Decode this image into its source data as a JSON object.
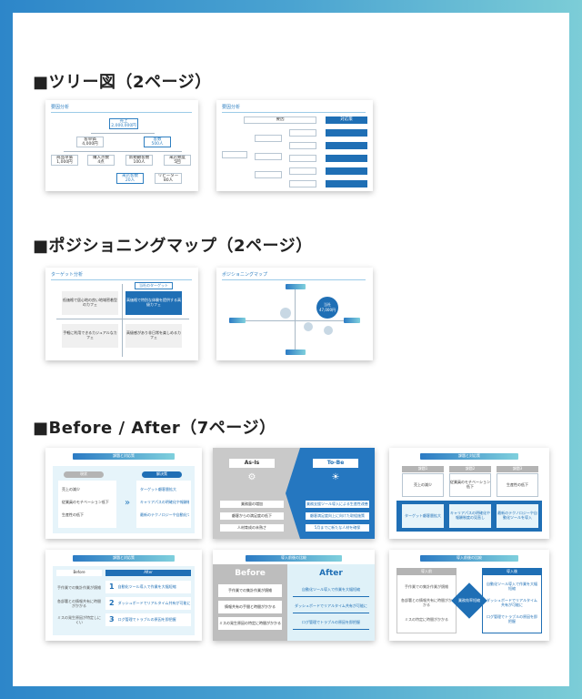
{
  "sections": [
    {
      "title": "■ツリー図（2ページ）"
    },
    {
      "title": "■ポジショニングマップ（2ページ）"
    },
    {
      "title": "■Before / After（7ページ）"
    }
  ],
  "tree": {
    "thumb1": {
      "header": "要因分析",
      "root": {
        "label": "売上",
        "value": "2,000,000円"
      },
      "l2": [
        {
          "label": "客単価",
          "value": "4,000円"
        },
        {
          "label": "客数",
          "value": "500人"
        }
      ],
      "l3": [
        {
          "label": "商品単価",
          "value": "1,000円"
        },
        {
          "label": "購入点数",
          "value": "4点"
        },
        {
          "label": "新規顧客数",
          "value": "100人"
        },
        {
          "label": "来店頻度",
          "value": "5回"
        }
      ],
      "l4": [
        {
          "label": "来店客数",
          "value": "20人"
        },
        {
          "label": "リピーター",
          "value": "80人"
        }
      ]
    },
    "thumb2": {
      "header": "要因分析",
      "col1": "要因",
      "col2": "対応策"
    }
  },
  "positioning": {
    "thumb1": {
      "header": "ターゲット分析",
      "target_label": "当社のターゲット",
      "cells": [
        "低価格で居心地の良い地域密着型のカフェ",
        "高価格で特別な体験を提供する高級カフェ",
        "手軽に利用できるカジュアルなカフェ",
        "高級感があり非日常を楽しめるカフェ"
      ]
    },
    "thumb2": {
      "header": "ポジショニングマップ",
      "bubble": {
        "label": "当社",
        "value": "47,000円"
      }
    }
  },
  "before_after": {
    "thumb1": {
      "header": "課題と対応策",
      "left_label": "現状",
      "right_label": "解決策",
      "left_items": [
        "売上の減少",
        "従業員のモチベーション低下",
        "生産性の低下"
      ],
      "right_items": [
        "ターゲット顧客層拡大",
        "キャリアパスの明確化や報酬制度の見直し",
        "最新のテクノロジーや自動化ツールを導入"
      ]
    },
    "thumb2": {
      "as_is": "As-Is",
      "to_be": "To-Be",
      "left_items": [
        "業務量の増加",
        "顧客からの満足度の低下",
        "人材育成の未熟さ"
      ],
      "right_items": [
        "業務支援ツール導入による生産性改善",
        "顧客満足度向上に向けた取組施策",
        "5月までに新たな人材を確保"
      ]
    },
    "thumb3": {
      "header": "課題と対応策",
      "tabs": [
        "課題1",
        "課題2",
        "課題3"
      ],
      "problems": [
        "売上の減少",
        "従業員のモチベーション低下",
        "生産性の低下"
      ],
      "solutions": [
        "ターゲット顧客層拡大",
        "キャリアパスの明確化や報酬制度の見直し",
        "最新のテクノロジーや自動化ツールを導入"
      ]
    },
    "thumb4": {
      "header": "課題と対応策",
      "before": "Before",
      "after": "After",
      "left_items": [
        "手作業での集計作業が煩雑",
        "各部署との情報共有に時間がかかる",
        "ミスの発生原因が特定しにくい"
      ],
      "right_items": [
        {
          "num": "1",
          "text": "自動化ツール導入で作業を大幅短縮"
        },
        {
          "num": "2",
          "text": "ダッシュボードでリアルタイム共有が可能に"
        },
        {
          "num": "3",
          "text": "ログ管理でトラブルの原因を即把握"
        }
      ]
    },
    "thumb5": {
      "header": "導入前後の比較",
      "before": "Before",
      "after": "After",
      "left_items": [
        "手作業での集計作業が煩雑",
        "情報共有の手間と時間がかかる",
        "ミスの発生原因の特定に時間がかかる"
      ],
      "right_items": [
        "自動化ツール導入で作業を大幅短縮",
        "ダッシュボードでリアルタイム共有が可能に",
        "ログ管理でトラブルの原因を即把握"
      ]
    },
    "thumb6": {
      "header": "導入前後の比較",
      "before": "導入前",
      "after": "導入後",
      "center": "業務効率短縮",
      "left_items": [
        "手作業での集計作業が煩雑",
        "各部署との情報共有に時間がかかる",
        "ミスの特定に時間がかかる"
      ],
      "right_items": [
        "自動化ツール導入で作業を大幅短縮",
        "ダッシュボードでリアルタイム共有が可能に",
        "ログ管理でトラブルの原因を即把握"
      ]
    }
  }
}
